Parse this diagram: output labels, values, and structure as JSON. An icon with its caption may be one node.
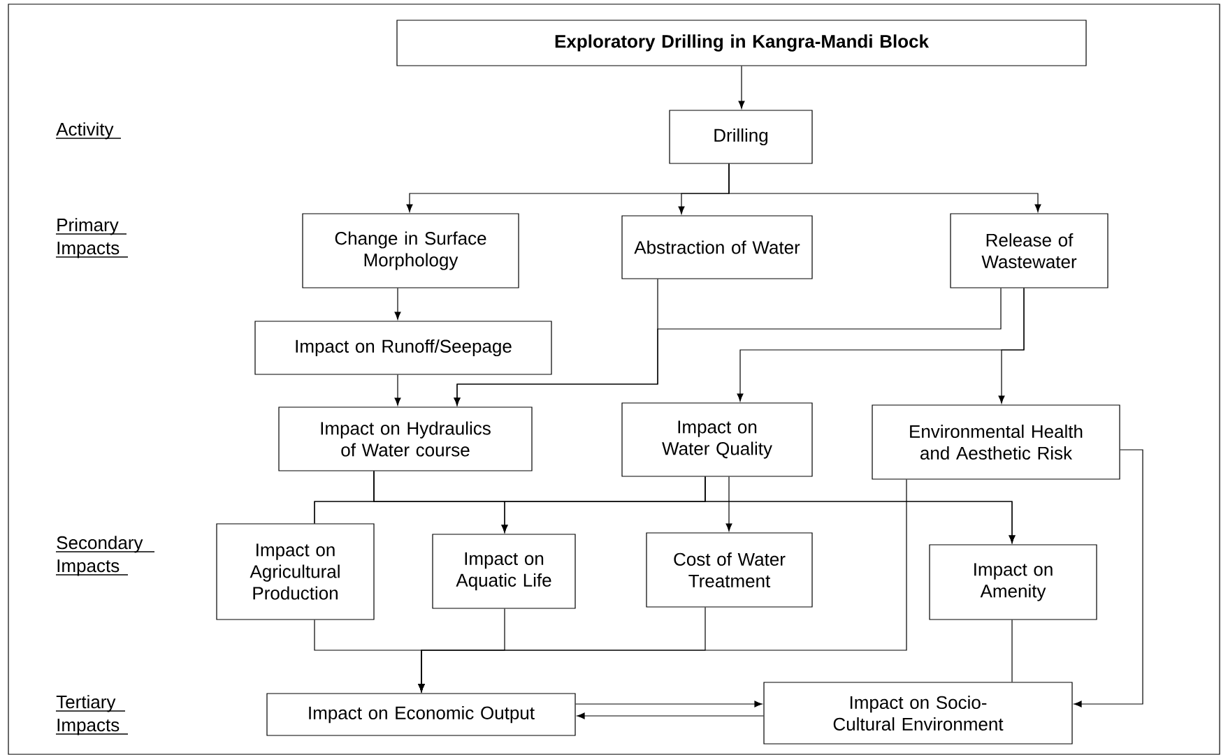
{
  "diagram": {
    "nodes": [
      {
        "text": [
          "Exploratory Drilling in Kangra-Mandi Block"
        ]
      },
      {
        "text": [
          "Drilling"
        ]
      },
      {
        "text": [
          "Change in Surface Morphology"
        ]
      },
      {
        "text": [
          "Abstraction of Water"
        ]
      },
      {
        "text": [
          "Release of Wastewater"
        ]
      },
      {
        "text": [
          "Impact on Runoff/Seepage"
        ]
      },
      {
        "text": [
          "Impact on Hydraulics of Water course"
        ]
      },
      {
        "text": [
          "Impact on Water Quality"
        ]
      },
      {
        "text": [
          "Environmental Health and Aesthetic Risk"
        ]
      },
      {
        "text": [
          "Impact on Agricultural Production"
        ]
      },
      {
        "text": [
          "Impact on Aquatic Life"
        ]
      },
      {
        "text": [
          "Cost of Water Treatment"
        ]
      },
      {
        "text": [
          "Impact on Amenity"
        ]
      },
      {
        "text": [
          "Impact on Economic Output"
        ]
      },
      {
        "text": [
          "Impact on Socio-Cultural Environment"
        ]
      }
    ],
    "edges": [
      {
        "from": 0,
        "to": 1,
        "arrow": "to"
      },
      {
        "from": 1,
        "to": 2,
        "arrow": "to"
      },
      {
        "from": 1,
        "to": 3,
        "arrow": "to"
      },
      {
        "from": 1,
        "to": 4,
        "arrow": "to"
      },
      {
        "from": 2,
        "to": 5,
        "arrow": "to"
      },
      {
        "from": 5,
        "to": 6,
        "arrow": "to"
      },
      {
        "from": 3,
        "to": 6,
        "arrow": "to"
      },
      {
        "from": 4,
        "to": 6,
        "arrow": "to"
      },
      {
        "from": 4,
        "to": 7,
        "arrow": "to"
      },
      {
        "from": 4,
        "to": 8,
        "arrow": "to"
      },
      {
        "from": 6,
        "to": 9,
        "arrow": "none"
      },
      {
        "from": 6,
        "to": 10,
        "arrow": "to"
      },
      {
        "from": 6,
        "to": 12,
        "arrow": "to"
      },
      {
        "from": 7,
        "to": 9,
        "arrow": "none"
      },
      {
        "from": 7,
        "to": 10,
        "arrow": "to"
      },
      {
        "from": 7,
        "to": 12,
        "arrow": "to"
      },
      {
        "from": 7,
        "to": 11,
        "arrow": "to"
      },
      {
        "from": 9,
        "to": 13,
        "arrow": "to"
      },
      {
        "from": 10,
        "to": 13,
        "arrow": "to"
      },
      {
        "from": 11,
        "to": 13,
        "arrow": "to"
      },
      {
        "from": 8,
        "to": 13,
        "arrow": "to"
      },
      {
        "from": 12,
        "to": 14,
        "arrow": "none"
      },
      {
        "from": 8,
        "to": 14,
        "arrow": "to"
      },
      {
        "from": 13,
        "to": 14,
        "arrow": "to"
      },
      {
        "from": 14,
        "to": 13,
        "arrow": "to"
      }
    ],
    "labels": [
      "Activity",
      "Primary Impacts",
      "Secondary Impacts",
      "Tertiary Impacts"
    ]
  }
}
